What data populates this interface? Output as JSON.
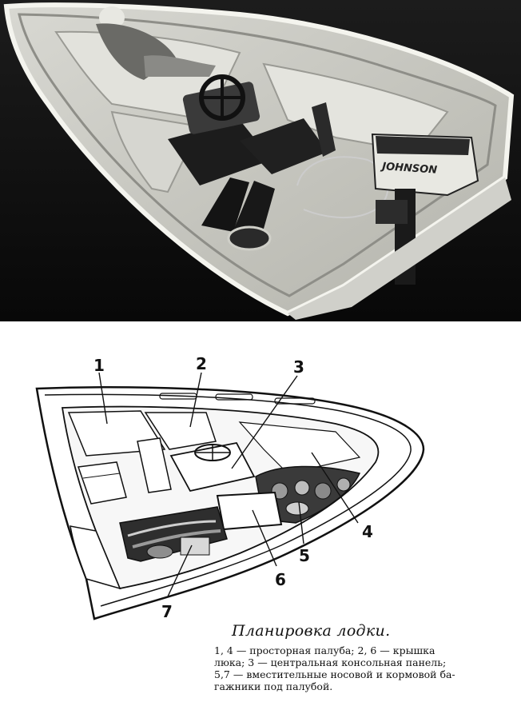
{
  "photo": {
    "motor_brand": "JOHNSON"
  },
  "diagram": {
    "callouts": [
      "1",
      "2",
      "3",
      "4",
      "5",
      "6",
      "7"
    ]
  },
  "caption": {
    "title": "Планировка лодки.",
    "lines": [
      "1, 4 — просторная палуба; 2, 6 — крышка",
      "люка; 3 — центральная консольная панель;",
      "5,7 — вместительные носовой и кормовой ба-",
      "гажники под палубой."
    ]
  }
}
